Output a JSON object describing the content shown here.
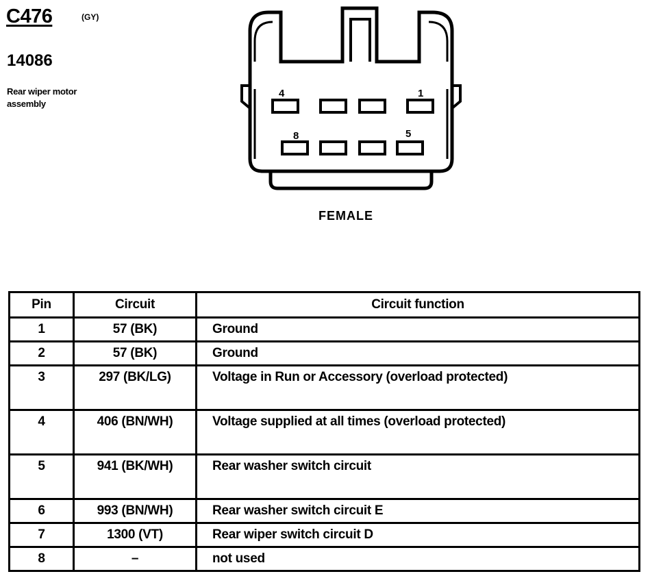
{
  "header": {
    "connector_id": "C476",
    "color_code": "(GY)",
    "part_number": "14086",
    "description": "Rear wiper motor assembly"
  },
  "connector": {
    "gender_label": "FEMALE",
    "pin_labels": {
      "top_left": "4",
      "top_right": "1",
      "bottom_left": "8",
      "bottom_right": "5"
    }
  },
  "table": {
    "headers": [
      "Pin",
      "Circuit",
      "Circuit function"
    ],
    "rows": [
      {
        "pin": "1",
        "circuit": "57 (BK)",
        "function": "Ground"
      },
      {
        "pin": "2",
        "circuit": "57 (BK)",
        "function": "Ground"
      },
      {
        "pin": "3",
        "circuit": "297 (BK/LG)",
        "function": "Voltage in Run or Accessory (overload protected)"
      },
      {
        "pin": "4",
        "circuit": "406 (BN/WH)",
        "function": "Voltage supplied at all times (overload protected)"
      },
      {
        "pin": "5",
        "circuit": "941 (BK/WH)",
        "function": "Rear washer switch circuit"
      },
      {
        "pin": "6",
        "circuit": "993 (BN/WH)",
        "function": "Rear washer switch circuit E"
      },
      {
        "pin": "7",
        "circuit": "1300 (VT)",
        "function": "Rear wiper switch circuit D"
      },
      {
        "pin": "8",
        "circuit": "–",
        "function": "not used"
      }
    ]
  }
}
